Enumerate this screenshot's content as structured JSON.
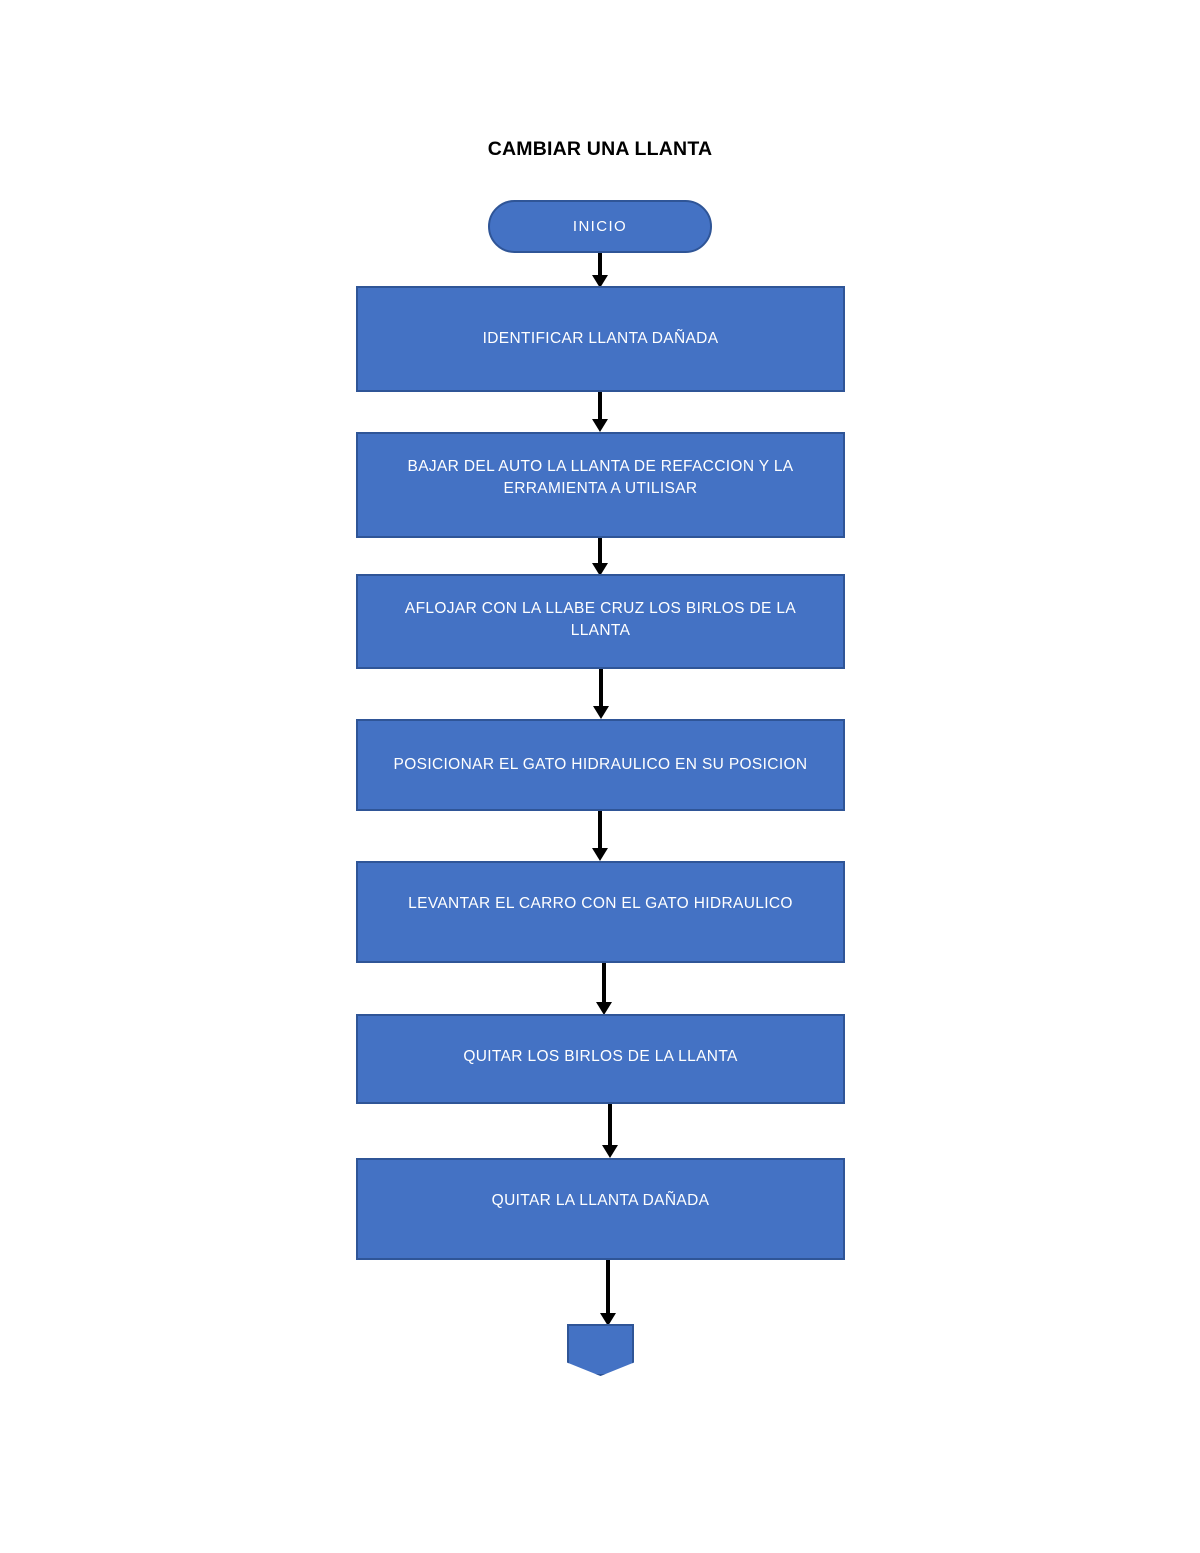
{
  "document": {
    "title": "CAMBIAR UNA LLANTA",
    "background_color": "#FFFFFF"
  },
  "theme": {
    "node_fill": "#4472C4",
    "node_border": "#2F5597",
    "node_text": "#FFFFFF",
    "title_text": "#000000",
    "connector_color": "#000000"
  },
  "flowchart": {
    "type": "flowchart",
    "orientation": "top-to-bottom",
    "nodes": [
      {
        "id": "n0",
        "shape": "terminal",
        "label": "INICIO"
      },
      {
        "id": "n1",
        "shape": "process",
        "label": "IDENTIFICAR LLANTA DAÑADA"
      },
      {
        "id": "n2",
        "shape": "process",
        "label": "BAJAR DEL AUTO LA LLANTA DE REFACCION Y LA ERRAMIENTA A UTILISAR"
      },
      {
        "id": "n3",
        "shape": "process",
        "label": "AFLOJAR CON LA LLABE CRUZ LOS BIRLOS DE LA LLANTA"
      },
      {
        "id": "n4",
        "shape": "process",
        "label": "POSICIONAR EL GATO HIDRAULICO EN SU POSICION"
      },
      {
        "id": "n5",
        "shape": "process",
        "label": "LEVANTAR EL CARRO CON EL GATO HIDRAULICO"
      },
      {
        "id": "n6",
        "shape": "process",
        "label": "QUITAR LOS BIRLOS DE LA LLANTA"
      },
      {
        "id": "n7",
        "shape": "process",
        "label": "QUITAR LA LLANTA DAÑADA"
      },
      {
        "id": "n8",
        "shape": "pentagon",
        "label": ""
      }
    ],
    "connectors": [
      {
        "from": "n0",
        "to": "n1",
        "style": "arrow-down"
      },
      {
        "from": "n1",
        "to": "n2",
        "style": "arrow-down"
      },
      {
        "from": "n2",
        "to": "n3",
        "style": "arrow-down"
      },
      {
        "from": "n3",
        "to": "n4",
        "style": "arrow-down"
      },
      {
        "from": "n4",
        "to": "n5",
        "style": "arrow-down"
      },
      {
        "from": "n5",
        "to": "n6",
        "style": "arrow-down"
      },
      {
        "from": "n6",
        "to": "n7",
        "style": "arrow-down"
      },
      {
        "from": "n7",
        "to": "n8",
        "style": "arrow-down"
      }
    ]
  }
}
